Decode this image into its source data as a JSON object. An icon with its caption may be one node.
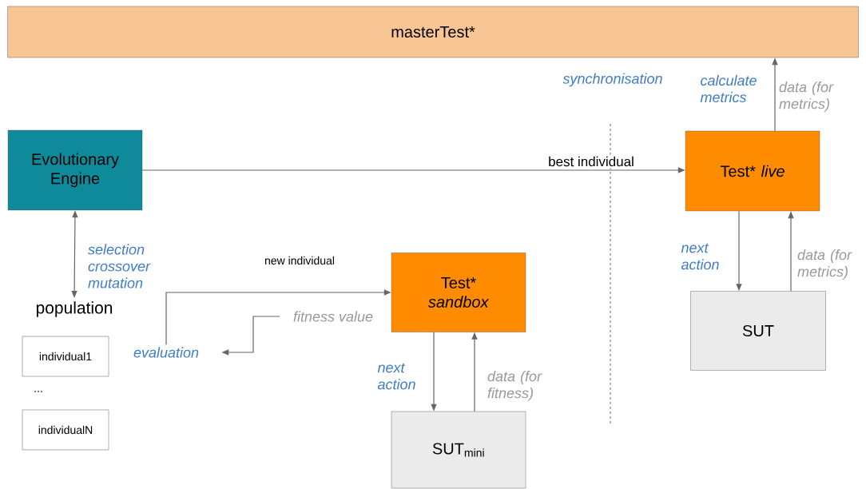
{
  "diagram": {
    "nodes": [
      {
        "text": [
          "masterTest*"
        ]
      },
      {
        "text": [
          "Evolutionary Engine"
        ]
      },
      {
        "text": [
          "population"
        ]
      },
      {
        "text": [
          "individual1"
        ]
      },
      {
        "text": [
          "individualN"
        ]
      },
      {
        "text": [
          "evaluation"
        ]
      },
      {
        "text": [
          "Test* *sandbox*"
        ]
      },
      {
        "text": [
          "SUT$_{mini}$"
        ]
      },
      {
        "text": [
          "Test* *live*"
        ]
      },
      {
        "text": [
          "SUT"
        ]
      }
    ],
    "edges": [
      {
        "from": 1,
        "to": 8,
        "arrow": "to",
        "label": "best individual"
      },
      {
        "from": 1,
        "to": 2,
        "arrow": "both",
        "label": "selection crossover mutation"
      },
      {
        "from": 5,
        "to": 6,
        "arrow": "to",
        "label": "new individual"
      },
      {
        "from": null,
        "to": 5,
        "arrow": "to",
        "label": "fitness value"
      },
      {
        "from": 6,
        "to": 7,
        "arrow": "to",
        "label": "next action"
      },
      {
        "from": 7,
        "to": 6,
        "arrow": "to",
        "label": "data (for fitness)"
      },
      {
        "from": 8,
        "to": 0,
        "arrow": "to",
        "label": "data (for metrics)"
      },
      {
        "from": 8,
        "to": 9,
        "arrow": "to",
        "label": "next action"
      },
      {
        "from": 9,
        "to": 8,
        "arrow": "to",
        "label": "data (for metrics)"
      }
    ],
    "labels": [
      "synchronisation",
      "calculate metrics",
      "..."
    ]
  }
}
